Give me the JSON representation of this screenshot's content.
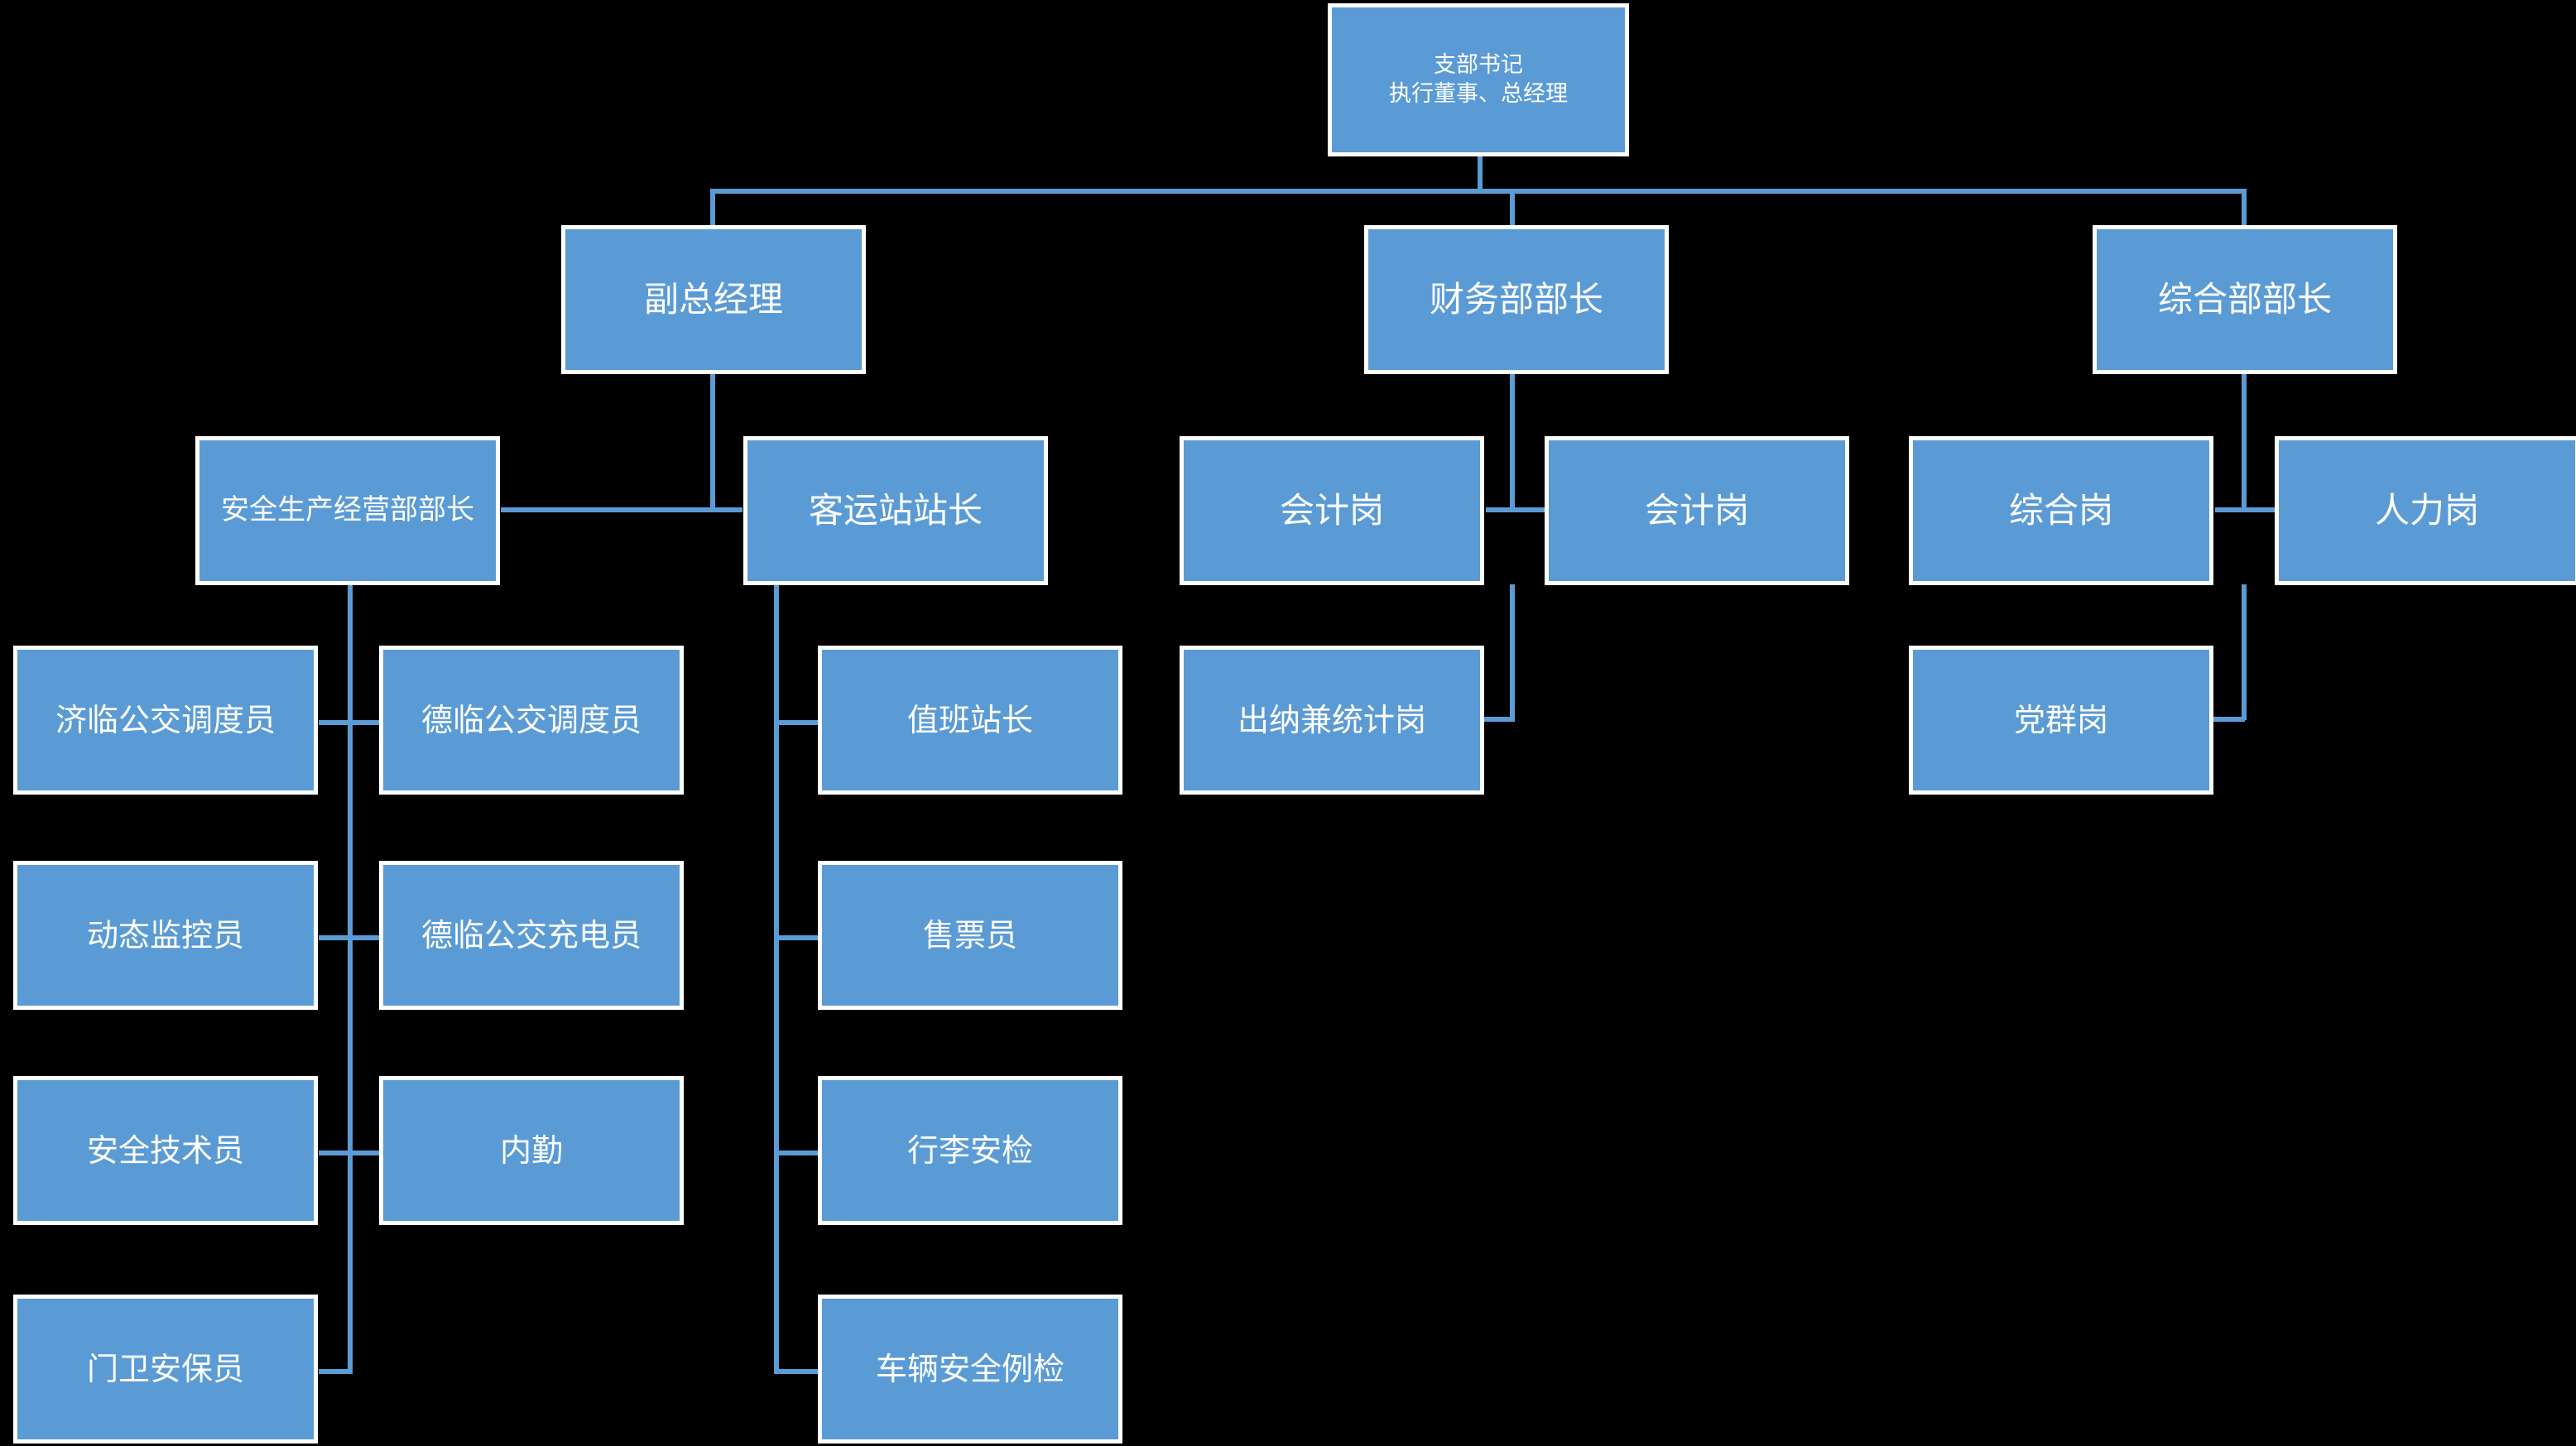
{
  "chart_data": {
    "type": "diagram",
    "title": "",
    "diagram_kind": "organizational-chart",
    "background_color": "#000000",
    "node_fill_color": "#5b9bd5",
    "node_border_color": "#ffffff",
    "connector_color": "#5b9bd5",
    "text_color": "#ffffff",
    "levels": 4
  },
  "nodes": {
    "root": {
      "line1": "支部书记",
      "line2": "执行董事、总经理"
    },
    "level2": [
      {
        "label": "副总经理"
      },
      {
        "label": "财务部部长"
      },
      {
        "label": "综合部部长"
      }
    ],
    "level3": {
      "deputy_gm": [
        {
          "label": "安全生产经营部部长"
        },
        {
          "label": "客运站站长"
        }
      ],
      "finance": [
        {
          "label": "会计岗"
        },
        {
          "label": "会计岗"
        }
      ],
      "admin": [
        {
          "label": "综合岗"
        },
        {
          "label": "人力岗"
        }
      ]
    },
    "level4": {
      "safety_left": [
        {
          "label": "济临公交调度员"
        },
        {
          "label": "动态监控员"
        },
        {
          "label": "安全技术员"
        },
        {
          "label": "门卫安保员"
        }
      ],
      "safety_right": [
        {
          "label": "德临公交调度员"
        },
        {
          "label": "德临公交充电员"
        },
        {
          "label": "内勤"
        }
      ],
      "station": [
        {
          "label": "值班站长"
        },
        {
          "label": "售票员"
        },
        {
          "label": "行李安检"
        },
        {
          "label": "车辆安全例检"
        }
      ],
      "finance": [
        {
          "label": "出纳兼统计岗"
        }
      ],
      "admin": [
        {
          "label": "党群岗"
        }
      ]
    }
  }
}
